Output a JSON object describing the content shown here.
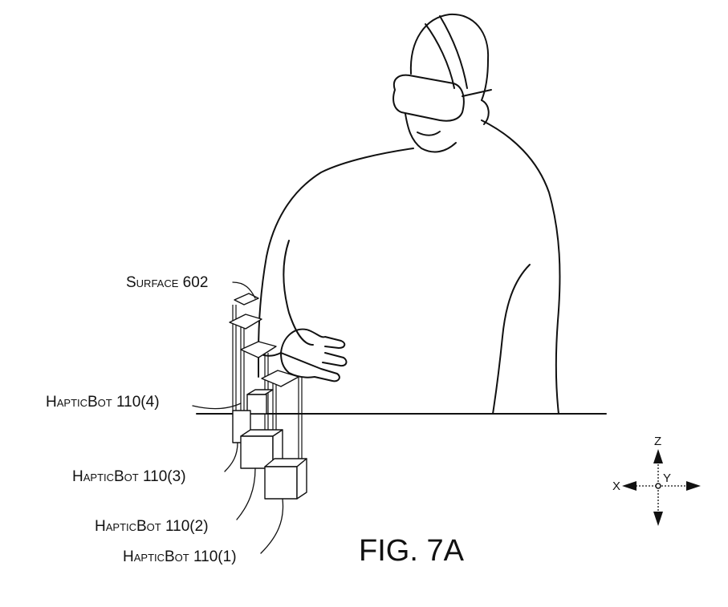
{
  "figure": {
    "title": "FIG. 7A",
    "labels": {
      "surface": "Surface 602",
      "bot4": "HapticBot 110(4)",
      "bot3": "HapticBot 110(3)",
      "bot2": "HapticBot 110(2)",
      "bot1": "HapticBot 110(1)"
    },
    "axes": {
      "z": "Z",
      "x": "X",
      "y": "Y"
    }
  }
}
